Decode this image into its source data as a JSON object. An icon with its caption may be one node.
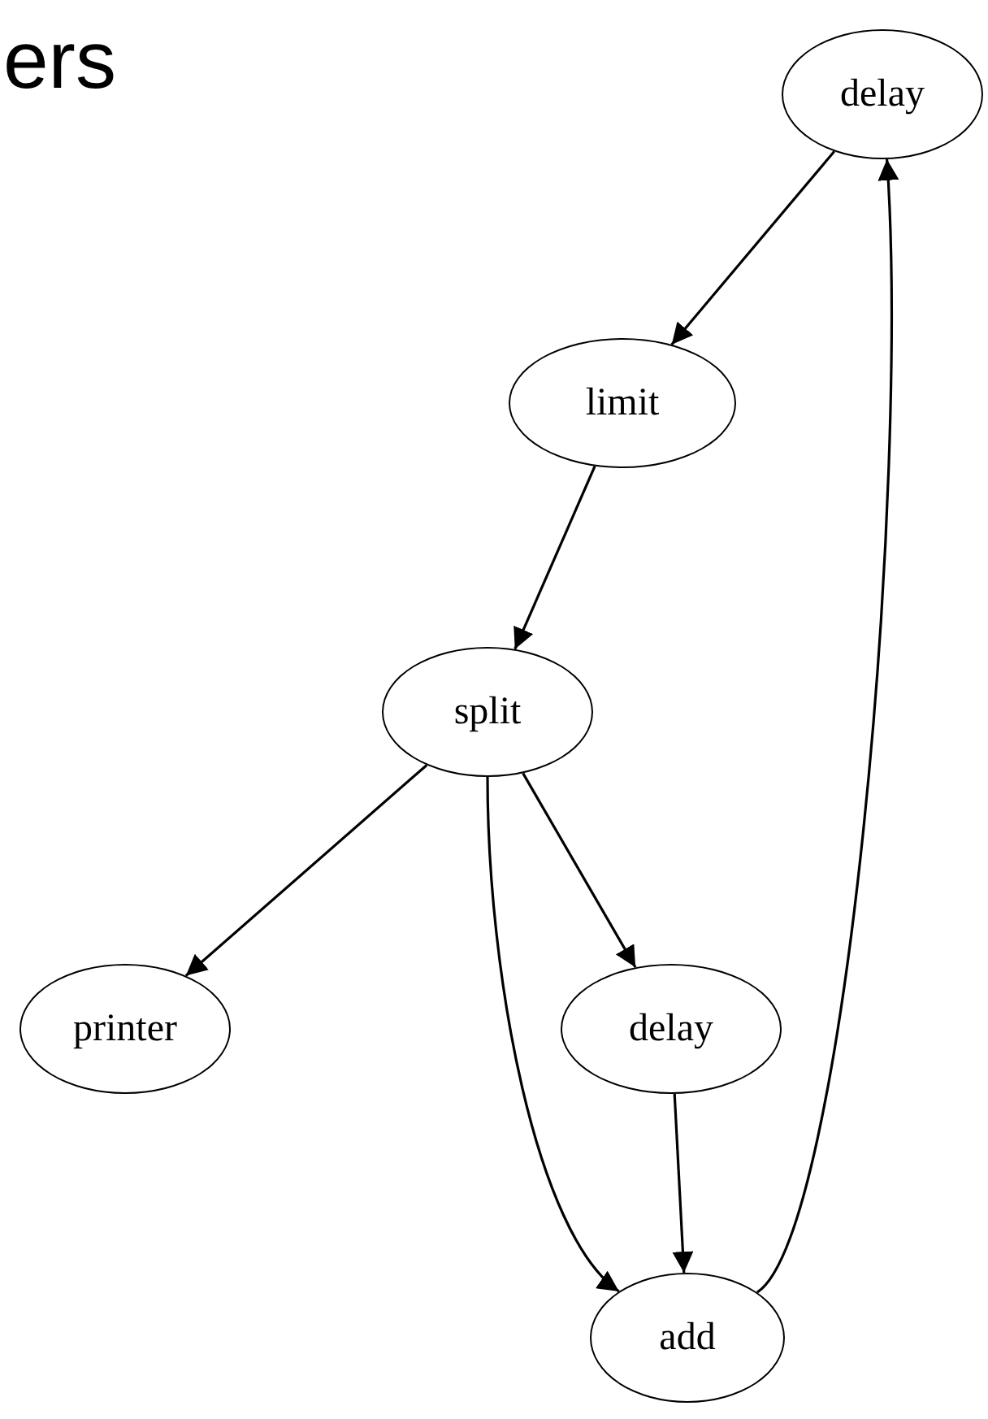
{
  "diagram": {
    "title": "ers",
    "nodes": [
      {
        "text": [
          "delay"
        ]
      },
      {
        "text": [
          "limit"
        ]
      },
      {
        "text": [
          "split"
        ]
      },
      {
        "text": [
          "printer"
        ]
      },
      {
        "text": [
          "delay"
        ]
      },
      {
        "text": [
          "add"
        ]
      }
    ],
    "edges": [
      {
        "from": 0,
        "to": 1,
        "arrow": "to"
      },
      {
        "from": 1,
        "to": 2,
        "arrow": "to"
      },
      {
        "from": 2,
        "to": 3,
        "arrow": "to"
      },
      {
        "from": 2,
        "to": 4,
        "arrow": "to"
      },
      {
        "from": 2,
        "to": 5,
        "arrow": "to"
      },
      {
        "from": 4,
        "to": 5,
        "arrow": "to"
      },
      {
        "from": 5,
        "to": 0,
        "arrow": "to"
      }
    ]
  }
}
